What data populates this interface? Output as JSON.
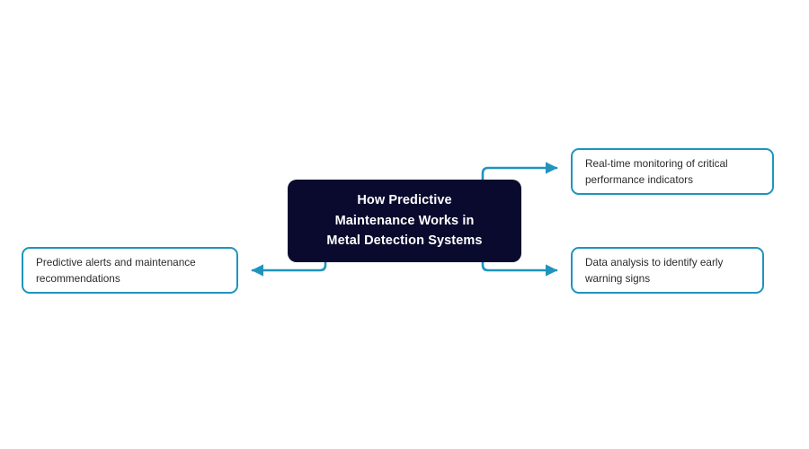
{
  "diagram": {
    "type": "mind-map",
    "background_color": "#ffffff",
    "accent_color": "#1f94bd",
    "central_fill_color": "#0a0a2e",
    "central_text_color": "#ffffff",
    "leaf_text_color": "#2b2b2b",
    "central_node": {
      "label": "How Predictive\nMaintenance Works in\nMetal Detection Systems"
    },
    "leaf_nodes": [
      {
        "id": "monitoring",
        "label": "Real-time monitoring of critical\nperformance indicators",
        "position": "top-right"
      },
      {
        "id": "data-analysis",
        "label": "Data analysis to identify early\nwarning signs",
        "position": "bottom-right"
      },
      {
        "id": "alerts",
        "label": "Predictive alerts and maintenance\nrecommendations",
        "position": "bottom-left"
      }
    ],
    "connectors": [
      {
        "id": "to-monitoring",
        "from": "central-node",
        "to": "monitoring",
        "arrow_direction": "right"
      },
      {
        "id": "to-data-analysis",
        "from": "central-node",
        "to": "data-analysis",
        "arrow_direction": "right"
      },
      {
        "id": "to-alerts",
        "from": "central-node",
        "to": "alerts",
        "arrow_direction": "left"
      }
    ]
  }
}
